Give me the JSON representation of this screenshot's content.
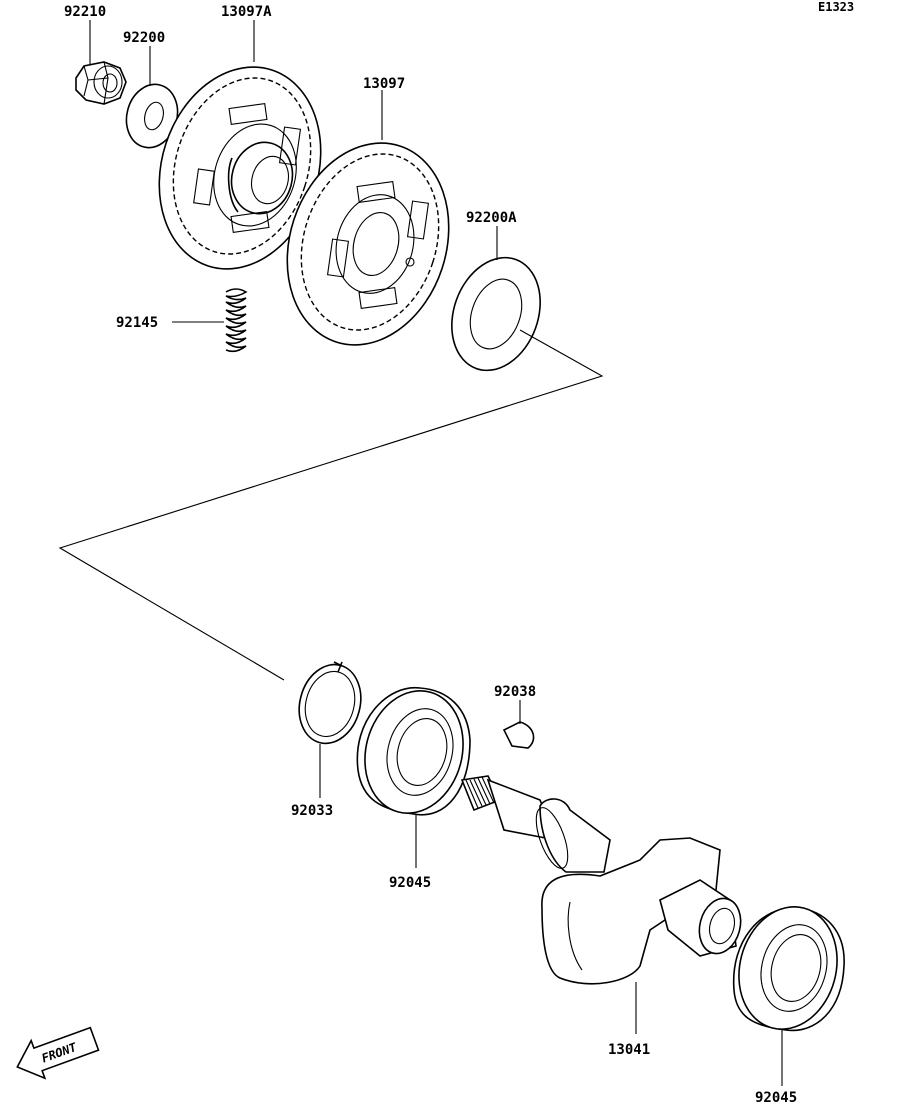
{
  "diagram_code": "E1323",
  "parts": [
    {
      "key": "nut",
      "number": "92210"
    },
    {
      "key": "washer",
      "number": "92200"
    },
    {
      "key": "gear_a",
      "number": "13097A"
    },
    {
      "key": "gear",
      "number": "13097"
    },
    {
      "key": "washer_a",
      "number": "92200A"
    },
    {
      "key": "spring",
      "number": "92145"
    },
    {
      "key": "circlip",
      "number": "92033"
    },
    {
      "key": "bearing_left",
      "number": "92045"
    },
    {
      "key": "key",
      "number": "92038"
    },
    {
      "key": "balancer_shaft",
      "number": "13041"
    },
    {
      "key": "bearing_right",
      "number": "92045"
    }
  ],
  "front_indicator": "FRONT"
}
